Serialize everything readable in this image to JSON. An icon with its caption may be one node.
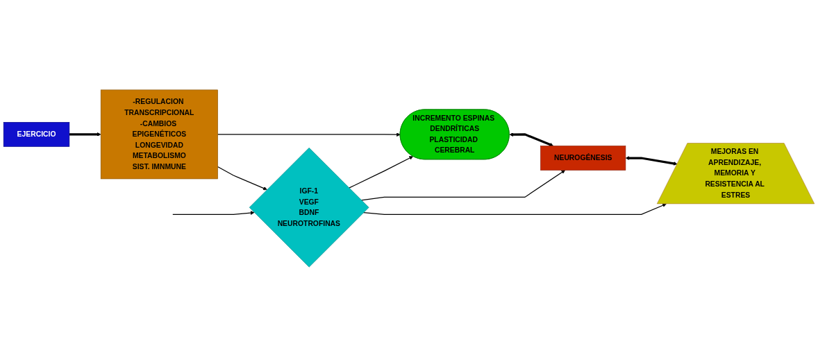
{
  "diagram": {
    "nodes": [
      {
        "text": [
          "EJERCICIO"
        ]
      },
      {
        "text": [
          "-REGULACION TRANSCRIPCIONAL",
          "-CAMBIOS EPIGENÉTICOS",
          "LONGEVIDAD",
          "METABOLISMO",
          "SIST. IMNMUNE"
        ]
      },
      {
        "text": [
          "INCREMENTO ESPINAS DENDRÍTICAS",
          "PLASTICIDAD CEREBRAL"
        ]
      },
      {
        "text": [
          "IGF-1",
          "VEGF",
          "BDNF",
          "NEUROTROFINAS"
        ]
      },
      {
        "text": [
          "NEUROGÉNESIS"
        ]
      },
      {
        "text": [
          "MEJORAS EN APRENDIZAJE, MEMORIA Y RESISTENCIA AL ESTRES"
        ]
      }
    ],
    "edges": [
      {
        "from": 0,
        "to": 1,
        "arrow": "to",
        "style": "thick"
      },
      {
        "from": 1,
        "to": 2,
        "arrow": "to"
      },
      {
        "from": 1,
        "to": 3,
        "arrow": "to"
      },
      {
        "from": null,
        "to": 3,
        "arrow": "to"
      },
      {
        "from": 3,
        "to": 2,
        "arrow": "to"
      },
      {
        "from": 3,
        "to": 4,
        "arrow": "to"
      },
      {
        "from": 3,
        "to": 5,
        "arrow": "to"
      },
      {
        "from": 2,
        "to": 4,
        "arrow": "both",
        "style": "thick"
      },
      {
        "from": 4,
        "to": 5,
        "arrow": "both",
        "style": "thick"
      }
    ]
  }
}
